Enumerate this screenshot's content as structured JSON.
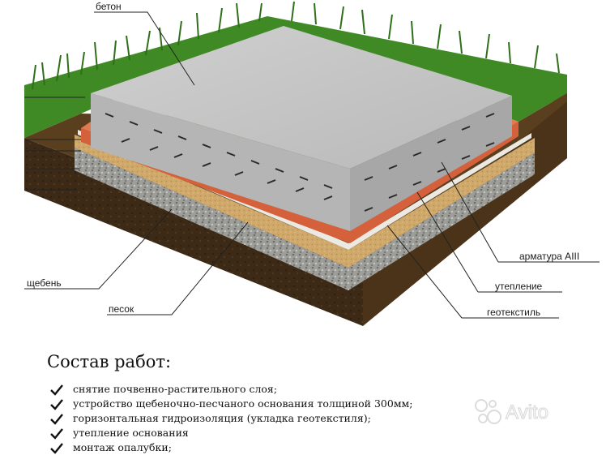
{
  "diagram": {
    "labels": {
      "concrete": "бетон",
      "rebar": "арматура AIII",
      "insulation": "утепление",
      "geotextile": "геотекстиль",
      "gravel": "щебень",
      "sand": "песок"
    },
    "colors": {
      "concrete": "#c3c4c3",
      "insulation": "#d4613c",
      "geotextile": "#e8e6e0",
      "sand": "#cfa86a",
      "gravel": "#9a9a96",
      "soil": "#3c2a16",
      "grass": "#3f8a25"
    }
  },
  "works": {
    "title": "Состав работ:",
    "items": [
      "снятие почвенно-растительного слоя;",
      "устройство щебеночно-песчаного основания толщиной 300мм;",
      "горизонтальная гидроизоляция (укладка геотекстиля);",
      "утепление основания",
      "монтаж опалубки;"
    ]
  },
  "watermark": {
    "icon": "avito-logo-icon",
    "text": "Avito"
  }
}
